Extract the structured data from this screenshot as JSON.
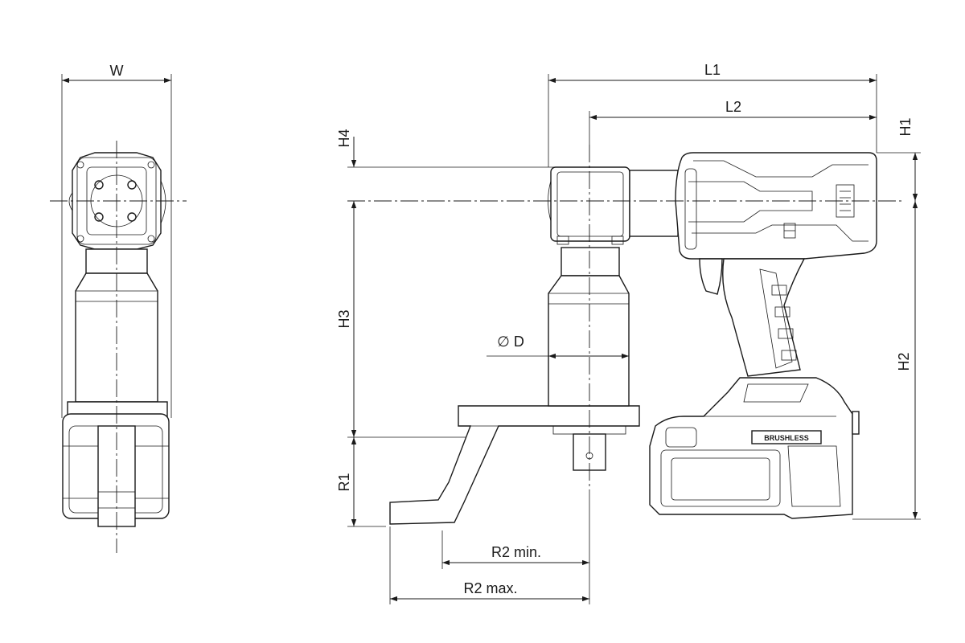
{
  "dimensions": {
    "w": "W",
    "l1": "L1",
    "l2": "L2",
    "h1": "H1",
    "h2": "H2",
    "h3": "H3",
    "h4": "H4",
    "r1": "R1",
    "diameter": "∅ D",
    "r2_min": "R2 min.",
    "r2_max": "R2 max."
  },
  "tool": {
    "badge": "BRUSHLESS"
  },
  "colors": {
    "line": "#1a1a1a",
    "background": "#ffffff"
  }
}
